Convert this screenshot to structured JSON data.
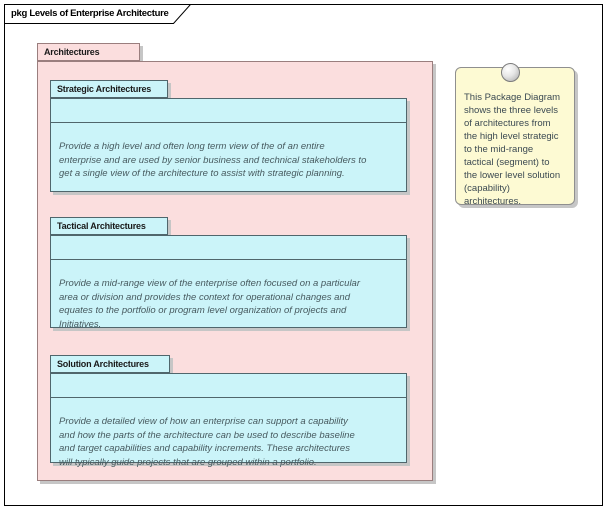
{
  "frame": {
    "title": "pkg Levels of Enterprise Architecture"
  },
  "outer_package": {
    "name": "Architectures"
  },
  "packages": [
    {
      "name": "Strategic Architectures",
      "description": "Provide a high level and often long term view of the of an entire\nenterprise and are used by senior business and technical stakeholders to\nget a single view of the architecture to assist with strategic planning."
    },
    {
      "name": "Tactical Architectures",
      "description": "Provide a mid-range view of the enterprise often focused on a particular\narea or division and provides the context for operational changes and\nequates to the portfolio or program level organization of projects and\nInitiatives."
    },
    {
      "name": "Solution Architectures",
      "description": "Provide a detailed view of how an enterprise can support a capability\nand how the parts of the architecture can be used to describe baseline\nand target capabilities and capability increments. These architectures\nwill typically guide projects that are grouped within a portfolio."
    }
  ],
  "note": {
    "text": "This Package Diagram\nshows the three levels\nof architectures from\nthe high level strategic\nto the mid-range\ntactical (segment) to\nthe lower level solution\n(capability)\narchitectures."
  },
  "colors": {
    "outer_package_fill": "#fbdede",
    "outer_package_border": "#9a7e7e",
    "inner_package_fill": "#cbf4f9",
    "inner_package_border": "#50666c",
    "note_fill": "#fdfad3",
    "note_border": "#8f8f8f",
    "shadow": "#c6c6c6",
    "frame_border": "#000000",
    "description_text": "#475a5f"
  }
}
